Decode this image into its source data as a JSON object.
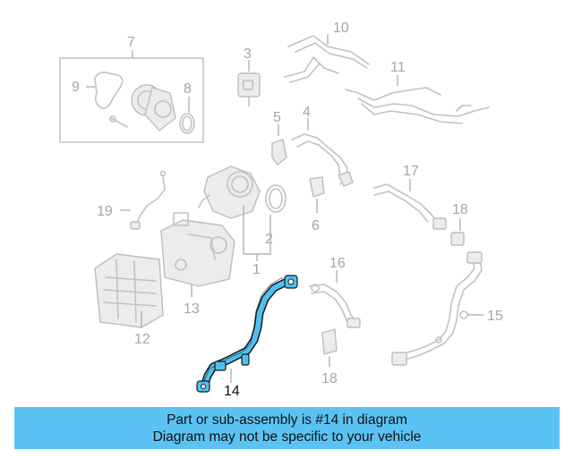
{
  "diagram": {
    "callouts": {
      "c1": "1",
      "c2": "2",
      "c3": "3",
      "c4": "4",
      "c5": "5",
      "c6": "6",
      "c7": "7",
      "c8": "8",
      "c9": "9",
      "c10": "10",
      "c11": "11",
      "c12": "12",
      "c13": "13",
      "c14": "14",
      "c15": "15",
      "c16": "16",
      "c17": "17",
      "c18a": "18",
      "c18b": "18",
      "c19": "19"
    },
    "highlighted_part": "14",
    "highlight_color": "#4fc1f0"
  },
  "banner": {
    "line1": "Part or sub-assembly is #14 in diagram",
    "line2": "Diagram may not be specific to your vehicle",
    "background": "#5bc3f3"
  }
}
